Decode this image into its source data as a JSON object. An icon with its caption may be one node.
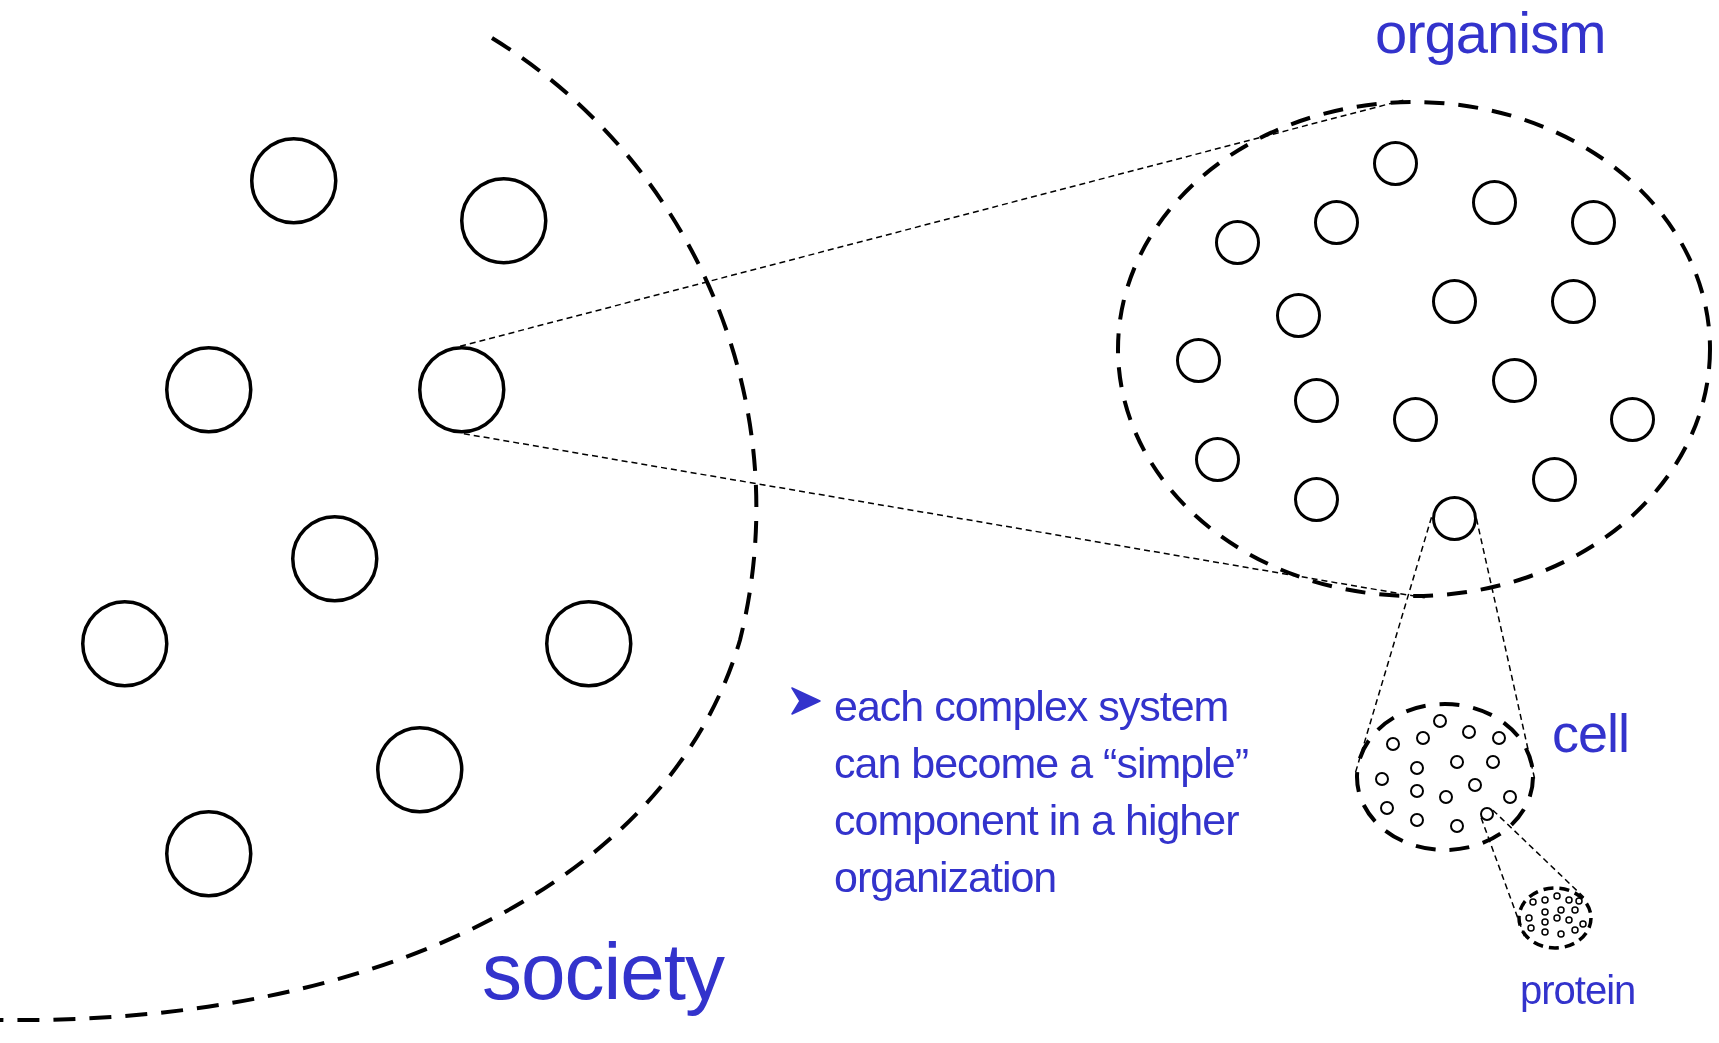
{
  "diagram": {
    "nodes": [
      {
        "text": [
          "society"
        ]
      },
      {
        "text": [],
        "shape": "circle",
        "in": 0
      },
      {
        "text": [],
        "shape": "circle",
        "in": 0
      },
      {
        "text": [],
        "shape": "circle",
        "in": 0
      },
      {
        "text": [],
        "shape": "circle",
        "in": 0
      },
      {
        "text": [],
        "shape": "circle",
        "in": 0
      },
      {
        "text": [],
        "shape": "circle",
        "in": 0
      },
      {
        "text": [],
        "shape": "circle",
        "in": 0
      },
      {
        "text": [],
        "shape": "circle",
        "in": 0
      },
      {
        "text": [],
        "shape": "circle",
        "in": 0
      },
      {
        "text": [
          "organism"
        ]
      },
      {
        "text": [],
        "shape": "circle",
        "in": 10
      },
      {
        "text": [],
        "shape": "circle",
        "in": 10
      },
      {
        "text": [],
        "shape": "circle",
        "in": 10
      },
      {
        "text": [],
        "shape": "circle",
        "in": 10
      },
      {
        "text": [],
        "shape": "circle",
        "in": 10
      },
      {
        "text": [],
        "shape": "circle",
        "in": 10
      },
      {
        "text": [],
        "shape": "circle",
        "in": 10
      },
      {
        "text": [],
        "shape": "circle",
        "in": 10
      },
      {
        "text": [],
        "shape": "circle",
        "in": 10
      },
      {
        "text": [],
        "shape": "circle",
        "in": 10
      },
      {
        "text": [],
        "shape": "circle",
        "in": 10
      },
      {
        "text": [],
        "shape": "circle",
        "in": 10
      },
      {
        "text": [],
        "shape": "circle",
        "in": 10
      },
      {
        "text": [],
        "shape": "circle",
        "in": 10
      },
      {
        "text": [],
        "shape": "circle",
        "in": 10
      },
      {
        "text": [],
        "shape": "circle",
        "in": 10
      },
      {
        "text": [],
        "shape": "circle",
        "in": 10
      },
      {
        "text": [
          "cell"
        ]
      },
      {
        "text": [],
        "shape": "circle",
        "in": 28
      },
      {
        "text": [],
        "shape": "circle",
        "in": 28
      },
      {
        "text": [],
        "shape": "circle",
        "in": 28
      },
      {
        "text": [],
        "shape": "circle",
        "in": 28
      },
      {
        "text": [],
        "shape": "circle",
        "in": 28
      },
      {
        "text": [],
        "shape": "circle",
        "in": 28
      },
      {
        "text": [],
        "shape": "circle",
        "in": 28
      },
      {
        "text": [],
        "shape": "circle",
        "in": 28
      },
      {
        "text": [],
        "shape": "circle",
        "in": 28
      },
      {
        "text": [],
        "shape": "circle",
        "in": 28
      },
      {
        "text": [],
        "shape": "circle",
        "in": 28
      },
      {
        "text": [],
        "shape": "circle",
        "in": 28
      },
      {
        "text": [],
        "shape": "circle",
        "in": 28
      },
      {
        "text": [],
        "shape": "circle",
        "in": 28
      },
      {
        "text": [],
        "shape": "circle",
        "in": 28
      },
      {
        "text": [],
        "shape": "circle",
        "in": 28
      },
      {
        "text": [],
        "shape": "circle",
        "in": 28
      },
      {
        "text": [
          "protein"
        ]
      }
    ],
    "edges": [
      {
        "from": 4,
        "to": 10,
        "arrow": "none",
        "style": "dashed"
      },
      {
        "from": 4,
        "to": 10,
        "arrow": "none",
        "style": "dashed"
      },
      {
        "from": 27,
        "to": 28,
        "arrow": "none",
        "style": "dashed"
      },
      {
        "from": 27,
        "to": 28,
        "arrow": "none",
        "style": "dashed"
      },
      {
        "from": 45,
        "to": 46,
        "arrow": "none",
        "style": "dashed"
      },
      {
        "from": 45,
        "to": 46,
        "arrow": "none",
        "style": "dashed"
      }
    ],
    "labels": [
      "each complex system can become a “simple” component in a higher organization"
    ]
  }
}
